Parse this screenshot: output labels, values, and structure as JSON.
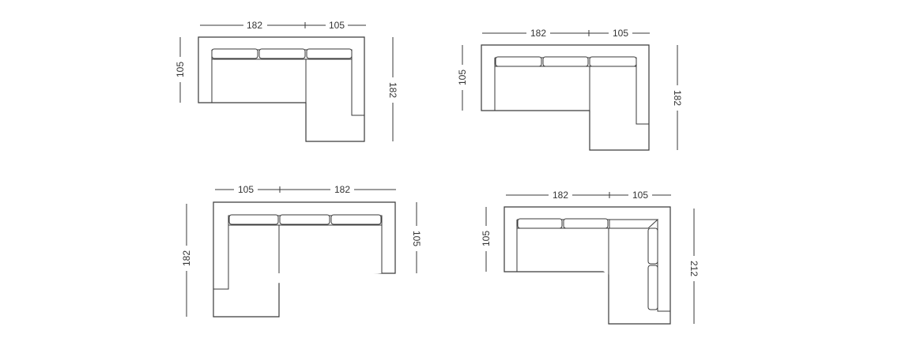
{
  "colors": {
    "line": "#3a3a3a",
    "text": "#333333",
    "background": "#ffffff"
  },
  "diagrams": [
    {
      "id": "sofa-top-left",
      "top_a": "182",
      "top_b": "105",
      "side_left": "105",
      "side_right": "182"
    },
    {
      "id": "sofa-top-right",
      "top_a": "182",
      "top_b": "105",
      "side_left": "105",
      "side_right": "182"
    },
    {
      "id": "sofa-bottom-left",
      "top_a": "105",
      "top_b": "182",
      "side_left": "182",
      "side_right": "105"
    },
    {
      "id": "sofa-bottom-right",
      "top_a": "182",
      "top_b": "105",
      "side_left": "105",
      "side_right": "212"
    }
  ]
}
